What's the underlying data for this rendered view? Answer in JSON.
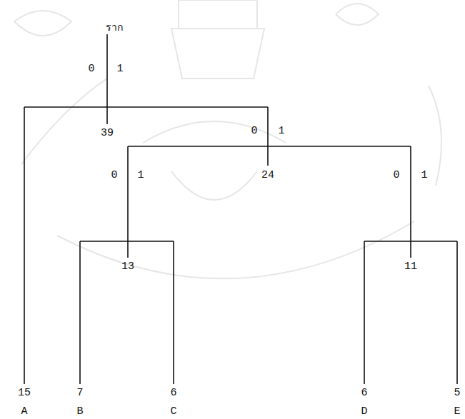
{
  "diagram": {
    "labels": [
      "ราก",
      "0",
      "1",
      "39",
      "0",
      "1",
      "24",
      "0",
      "1",
      "13",
      "0",
      "1",
      "11",
      "15",
      "7",
      "6",
      "6",
      "5",
      "A",
      "B",
      "C",
      "D",
      "E"
    ]
  }
}
